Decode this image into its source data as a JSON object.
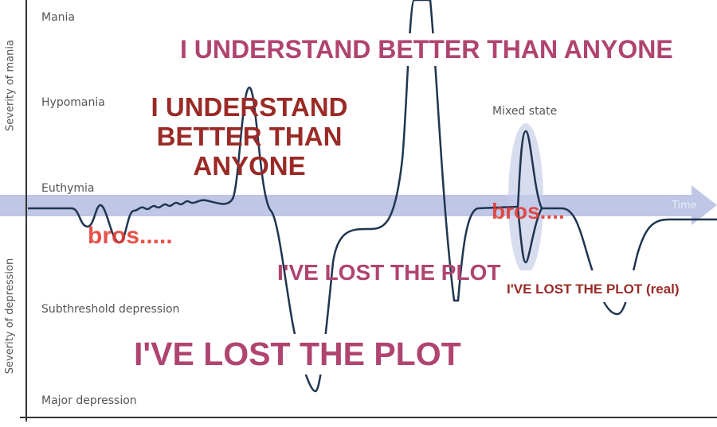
{
  "axes": {
    "y_upper": "Severity of mania",
    "y_lower": "Severity of depression",
    "time": "Time"
  },
  "levels": [
    "Mania",
    "Hypomania",
    "Euthymia",
    "Subthreshold depression",
    "Major depression"
  ],
  "annotations": {
    "mixed_state": "Mixed state"
  },
  "captions": {
    "top": "I UNDERSTAND BETTER THAN ANYONE",
    "hypomania_lines": [
      "I UNDERSTAND",
      "BETTER THAN",
      "ANYONE"
    ],
    "bros_left": "bros.....",
    "bros_right": "bros....",
    "lost_mid": "I'VE LOST THE PLOT",
    "lost_bottom": "I'VE LOST THE PLOT",
    "lost_real": "I'VE LOST THE PLOT (real)"
  },
  "colors": {
    "curve": "#1f3550",
    "band": "#a9b3dd",
    "pink": "#b04470",
    "dark_red": "#9a2a26",
    "bros": "#e2342c"
  }
}
